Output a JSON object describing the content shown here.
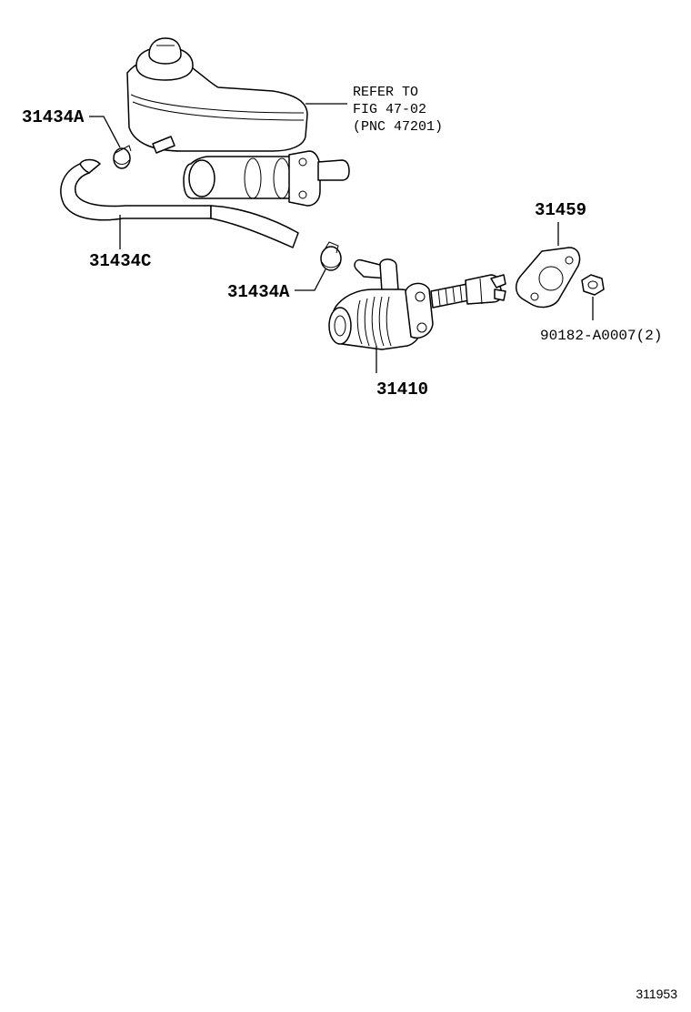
{
  "reference_note": {
    "line1": "REFER TO",
    "line2": "FIG 47-02",
    "line3": "(PNC 47201)"
  },
  "parts": {
    "clamp_upper": "31434A",
    "hose": "31434C",
    "clamp_lower": "31434A",
    "master_cylinder": "31410",
    "gasket": "31459",
    "nut": "90182-A0007(2)"
  },
  "figure_number": "311953"
}
